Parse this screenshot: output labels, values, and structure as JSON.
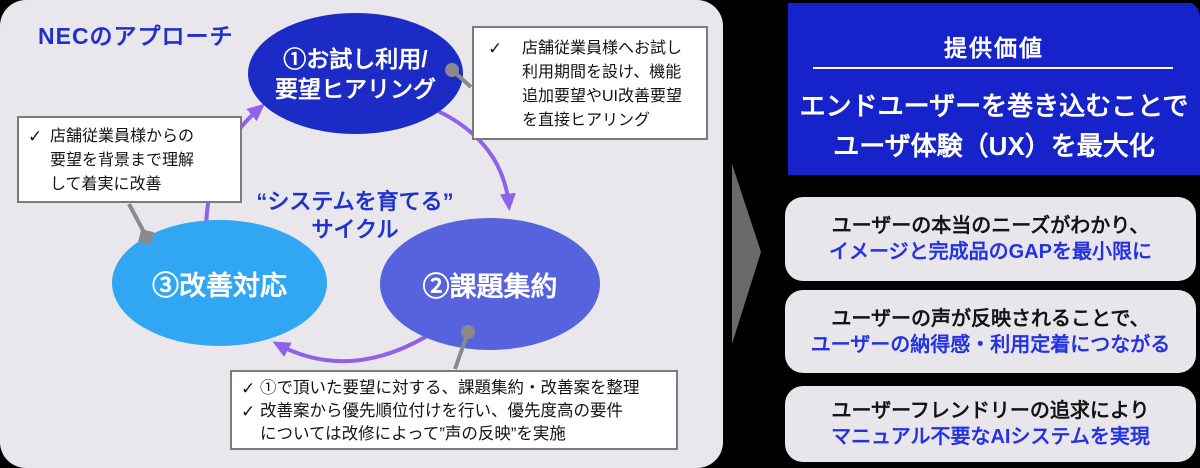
{
  "colors": {
    "background": "#000000",
    "panel_bg": "#e9e7ec",
    "step1_ellipse_blue": "#1c2bc6",
    "step2_ellipse_blue": "#5763de",
    "step3_ellipse_blue": "#31a6f2",
    "cycle_arrow_purple": "#8f62ea",
    "connector_gray": "#8a8a8a",
    "value_box_blue": "#1623cb",
    "benefit_card_bg": "#e8e6eb",
    "accent_text_blue": "#2333e3",
    "heading_text_blue": "#2030cc",
    "flow_arrow_gray": "#6a6a6a"
  },
  "left_panel": {
    "title": "NECのアプローチ",
    "cycle_label": {
      "line1": "“システムを育てる”",
      "line2": "サイクル"
    },
    "steps": {
      "step1": {
        "line1": "①お試し利用/",
        "line2": "要望ヒアリング"
      },
      "step2": {
        "label": "②課題集約"
      },
      "step3": {
        "label": "③改善対応"
      }
    },
    "callouts": {
      "step1_note": {
        "check": "✓",
        "lines": [
          "店舗従業員様へお試し",
          "利用期間を設け、機能",
          "追加要望やUI改善要望",
          "を直接ヒアリング"
        ]
      },
      "step3_note": {
        "check": "✓",
        "lines": [
          "店舗従業員様からの",
          "要望を背景まで理解",
          "して着実に改善"
        ]
      },
      "step2_note": {
        "items": [
          {
            "check": "✓",
            "lines": [
              "①で頂いた要望に対する、課題集約・改善案を整理"
            ]
          },
          {
            "check": "✓",
            "lines": [
              "改善案から優先順位付けを行い、優先度高の要件",
              "については改修によって”声の反映”を実施"
            ]
          }
        ]
      }
    }
  },
  "right_panel": {
    "value_box": {
      "title": "提供価値",
      "line1": "エンドユーザーを巻き込むことで",
      "line2": "ユーザ体験（UX）を最大化"
    },
    "benefits": [
      {
        "line1": "ユーザーの本当のニーズがわかり、",
        "line2": "イメージと完成品のGAPを最小限に"
      },
      {
        "line1": "ユーザーの声が反映されることで、",
        "line2": "ユーザーの納得感・利用定着につながる"
      },
      {
        "line1": "ユーザーフレンドリーの追求により",
        "line2": "マニュアル不要なAIシステムを実現"
      }
    ]
  }
}
